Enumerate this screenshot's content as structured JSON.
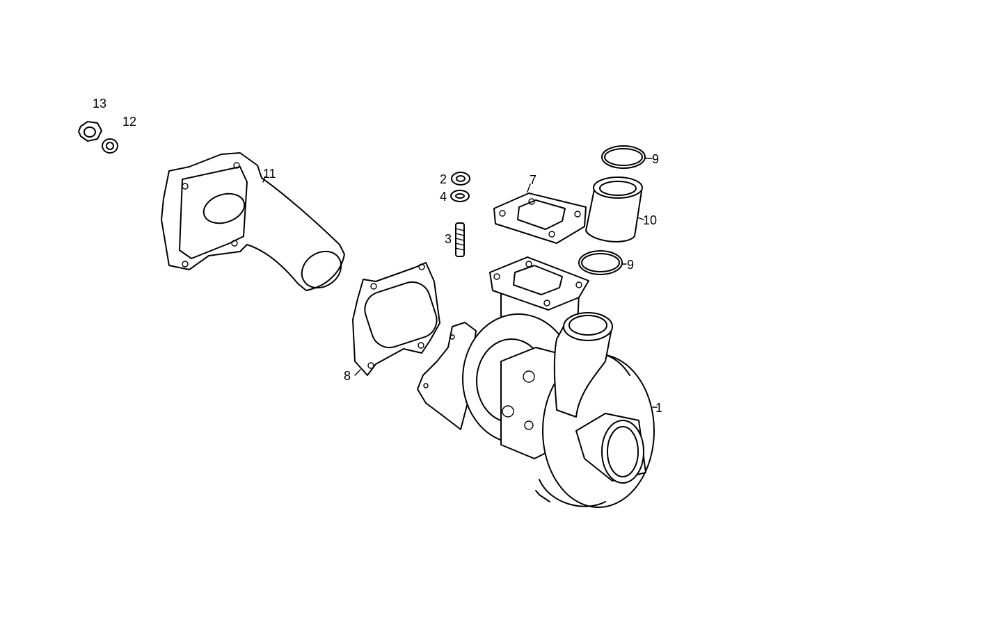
{
  "figure": {
    "line_color": "#000000",
    "background": "#ffffff"
  },
  "callouts": {
    "c1": "1",
    "c2": "2",
    "c3": "3",
    "c4": "4",
    "c7": "7",
    "c8": "8",
    "c9a": "9",
    "c9b": "9",
    "c10": "10",
    "c11": "11",
    "c12": "12",
    "c13": "13"
  }
}
